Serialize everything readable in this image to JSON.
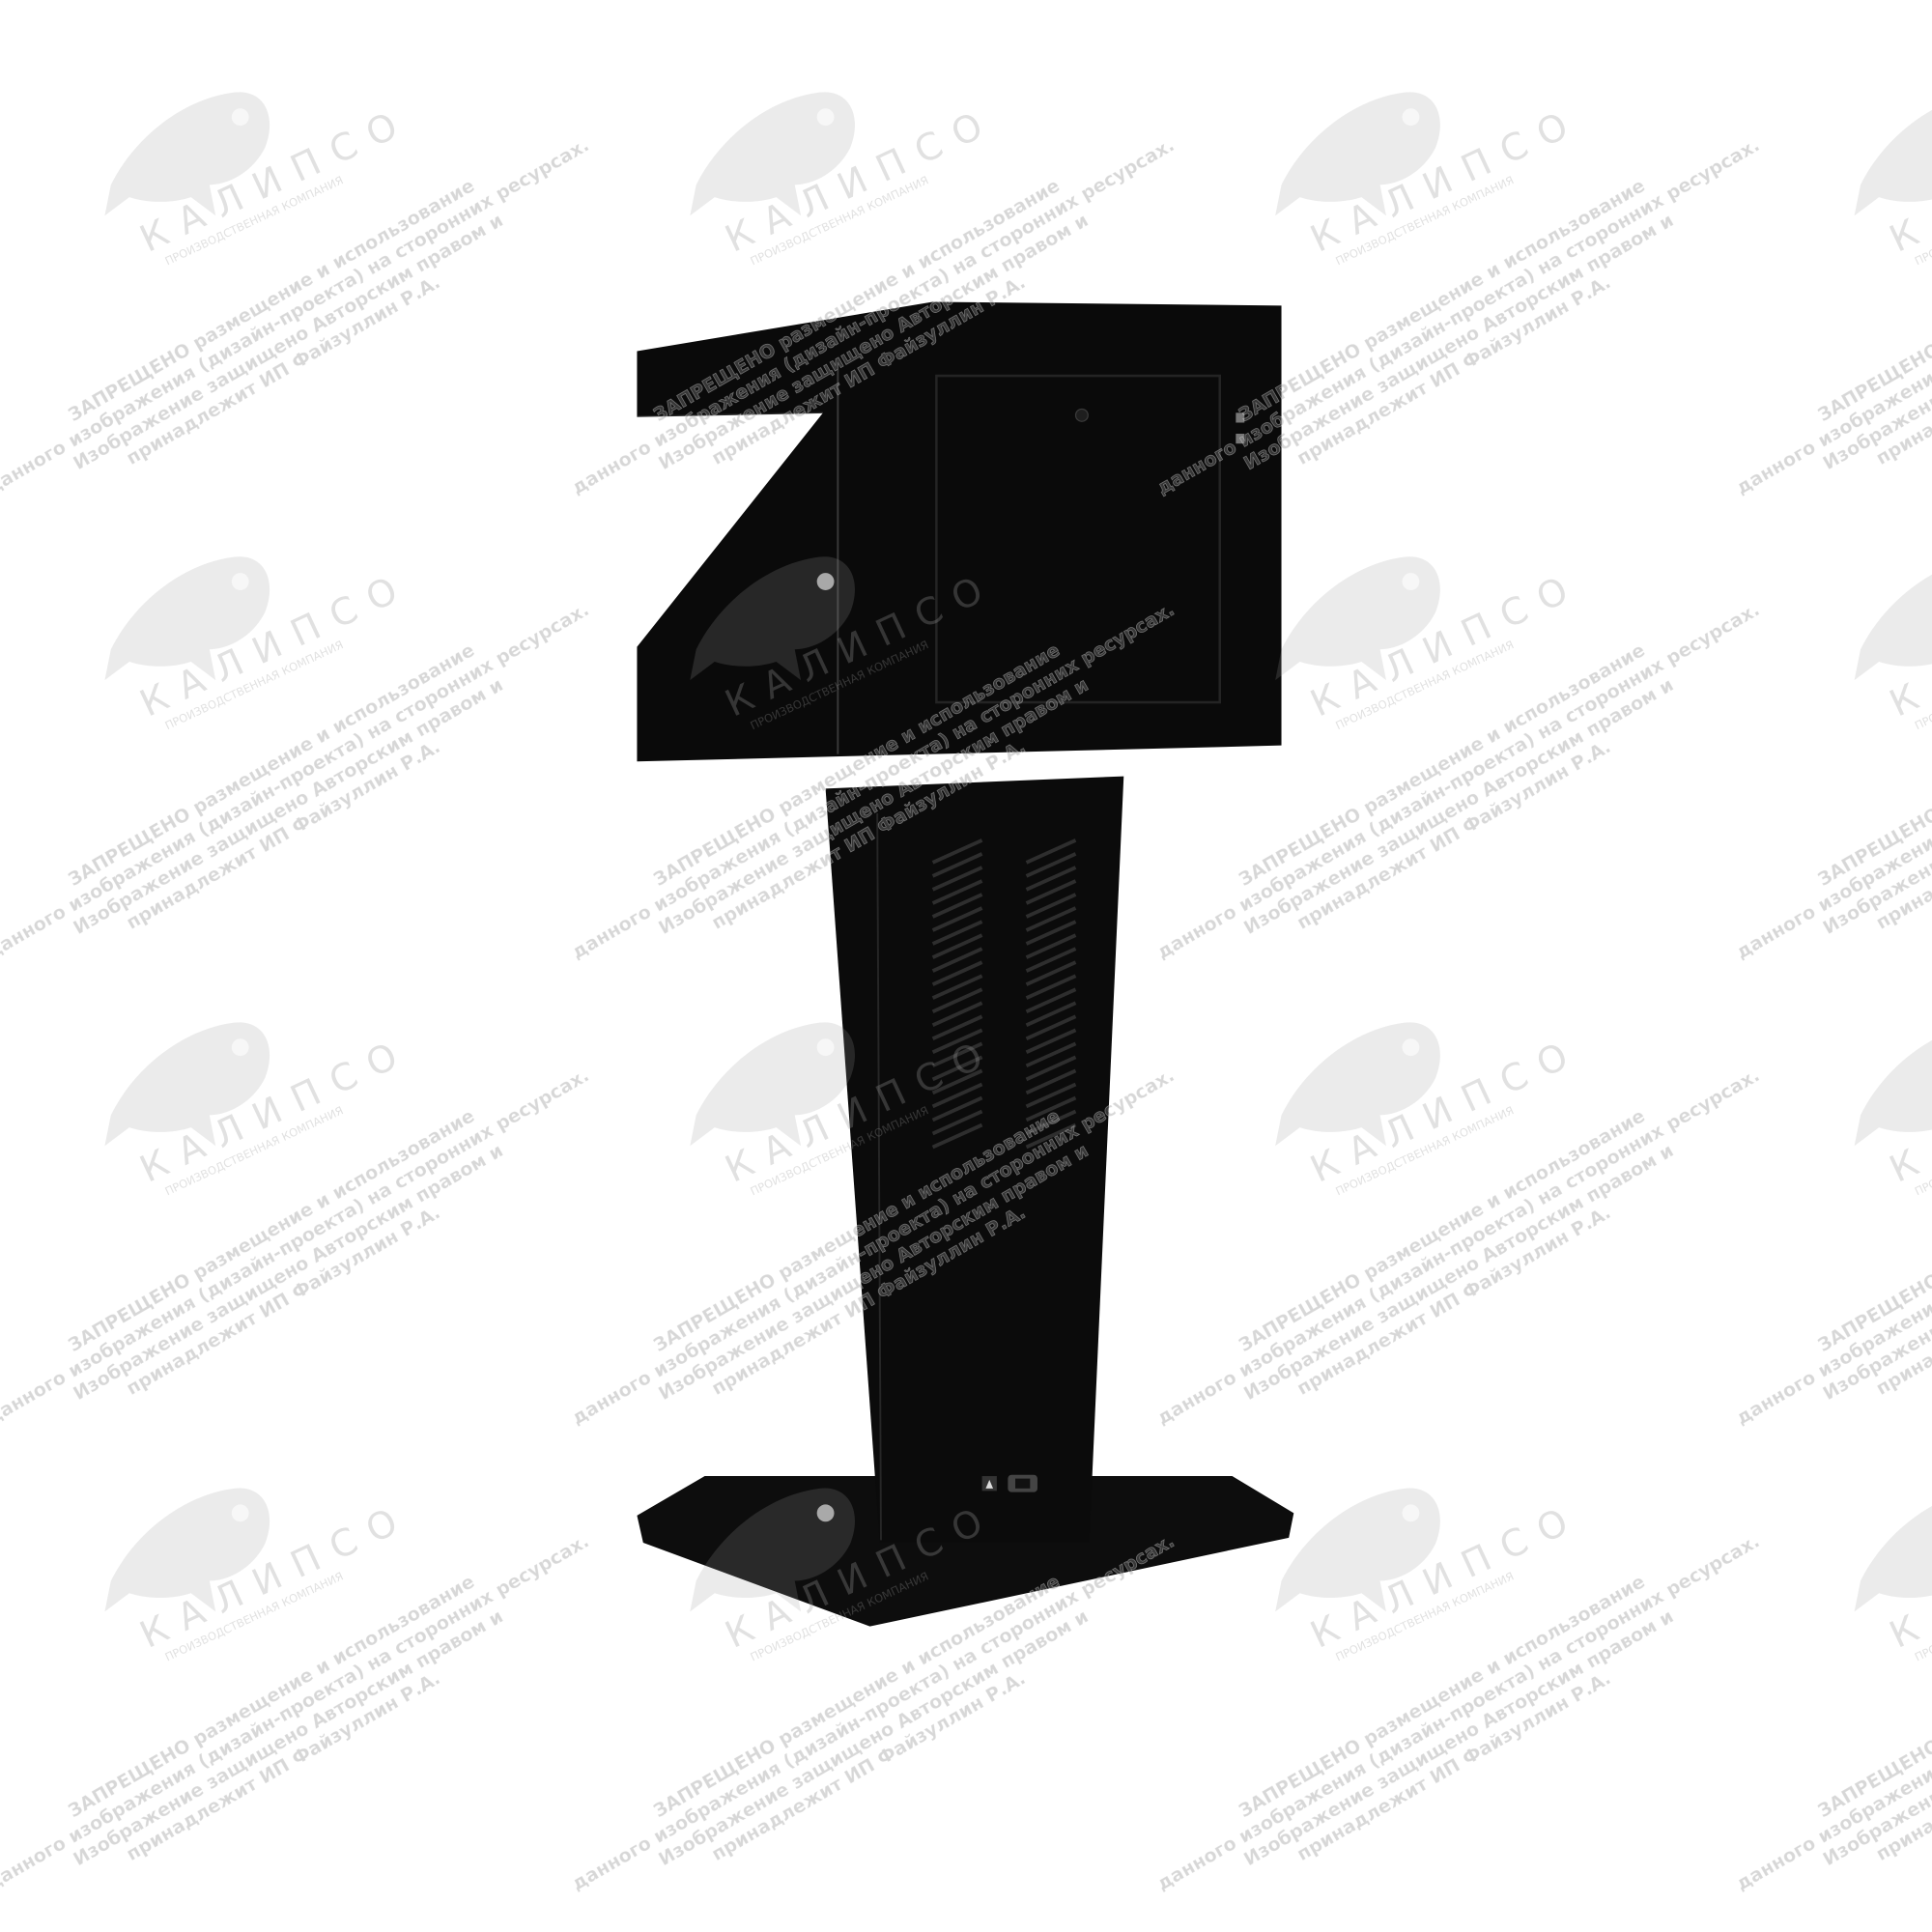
{
  "image": {
    "subject": "black-freestanding-kiosk",
    "colors": {
      "background": "#ffffff",
      "kiosk": "#0b0b0b",
      "kiosk_edge": "#2a2a2a"
    }
  },
  "watermark": {
    "logo_name": "КАЛИПСО",
    "logo_tagline": "ПРОИЗВОДСТВЕННАЯ КОМПАНИЯ",
    "lines": [
      "ЗАПРЕЩЕНО размещение и использование",
      "данного изображения (дизайн-проекта) на сторонних ресурсах.",
      "Изображение защищено Авторским правом и",
      "принадлежит ИП Файзуллин Р.А."
    ]
  }
}
